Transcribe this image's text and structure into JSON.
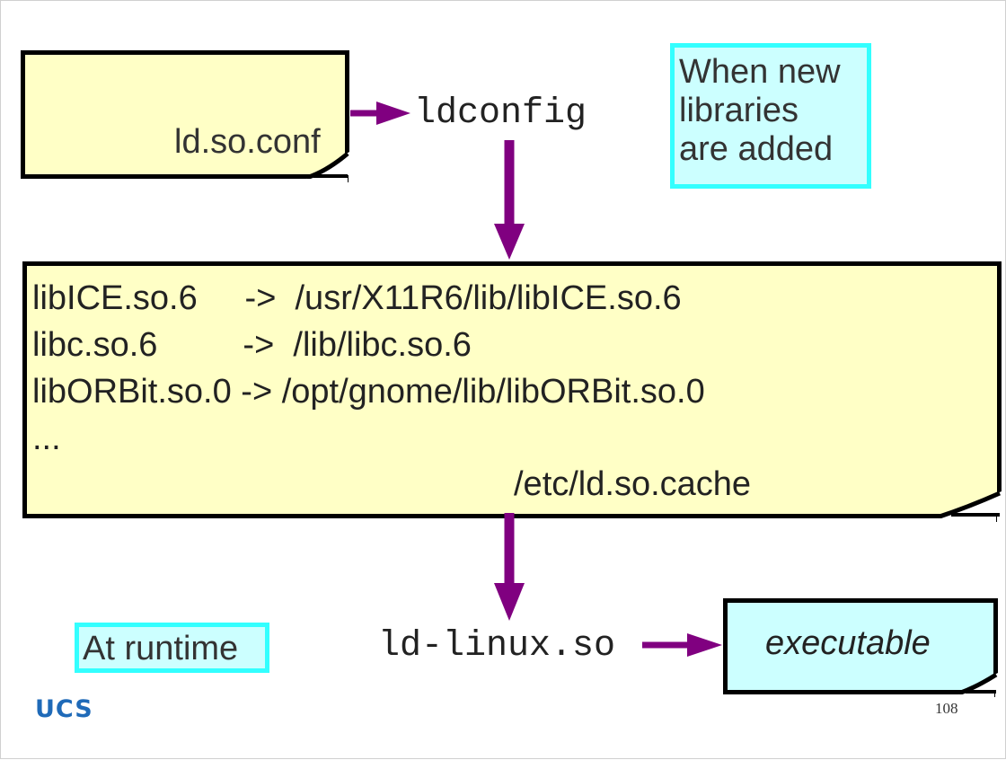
{
  "slide": {
    "logo": "UCS",
    "page_number": "108"
  },
  "nodes": {
    "ld_so_conf": "ld.so.conf",
    "ldconfig": "ldconfig",
    "when_new_libraries": [
      "When new",
      "libraries",
      "are added"
    ],
    "cache": {
      "lines": [
        "libICE.so.6     ->  /usr/X11R6/lib/libICE.so.6",
        "libc.so.6         ->  /lib/libc.so.6",
        "libORBit.so.0 -> /opt/gnome/lib/libORBit.so.0",
        "..."
      ],
      "filename": "/etc/ld.so.cache"
    },
    "at_runtime": "At runtime",
    "ld_linux": "ld-linux.so",
    "executable": "executable"
  },
  "colors": {
    "arrow": "#800080",
    "note_yellow": "#ffffc6",
    "note_cyan": "#ccffff",
    "tag_border": "#33ffff"
  }
}
